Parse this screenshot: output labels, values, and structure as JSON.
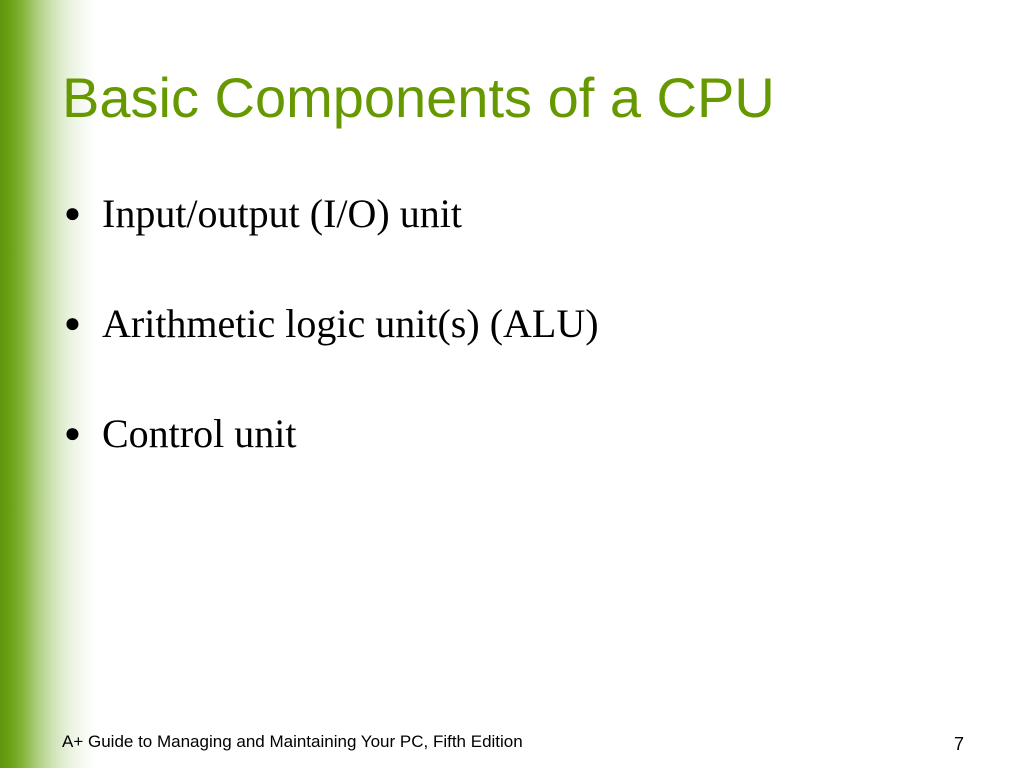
{
  "slide": {
    "title": "Basic Components of a CPU",
    "bullet_symbol": "●",
    "bullets": [
      "Input/output (I/O) unit",
      "Arithmetic logic unit(s) (ALU)",
      "Control unit"
    ],
    "footer": "A+ Guide to Managing and Maintaining Your PC, Fifth Edition",
    "page_number": "7"
  },
  "colors": {
    "title": "#669900",
    "accent_bar": "#5f960c",
    "text": "#000000",
    "background": "#ffffff"
  }
}
